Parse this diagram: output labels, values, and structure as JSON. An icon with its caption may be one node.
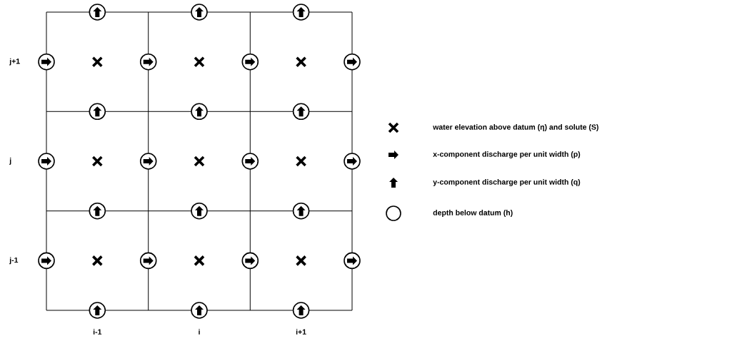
{
  "diagram": {
    "labels": [
      "j+1",
      "j",
      "j-1",
      "i-1",
      "i",
      "i+1"
    ],
    "legend": [
      {
        "text": "water elevation above datum (η) and solute (S)"
      },
      {
        "text": "x-component discharge per unit width (p)"
      },
      {
        "text": "y-component discharge per unit width (q)"
      },
      {
        "text": "depth below datum (h)"
      }
    ]
  }
}
